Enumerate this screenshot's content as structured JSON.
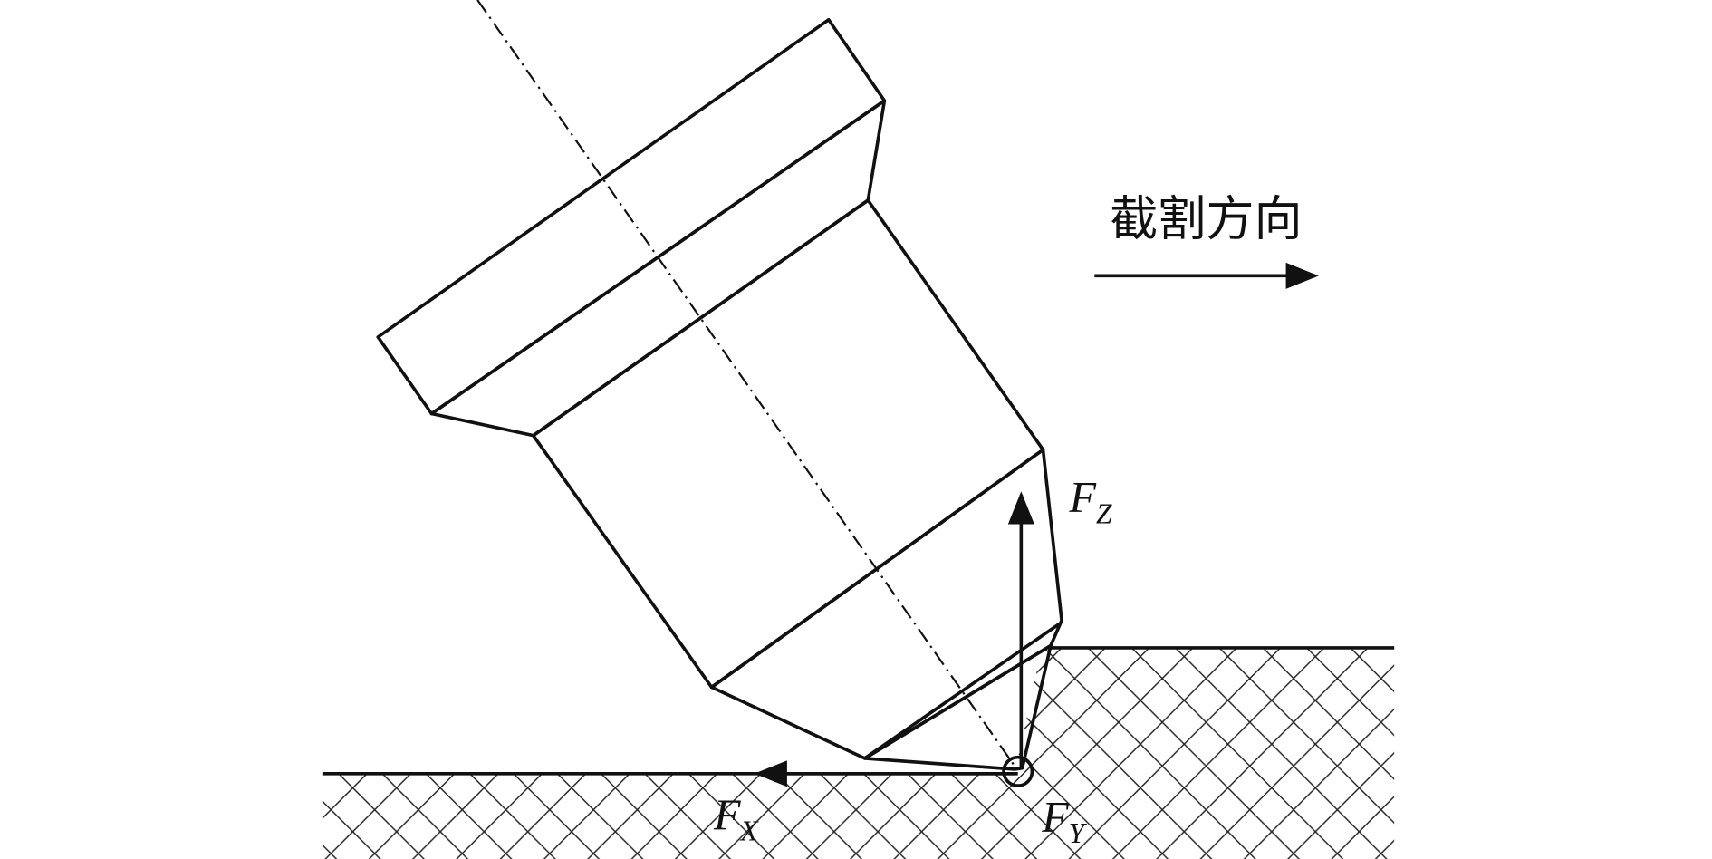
{
  "diagram": {
    "direction_label": "截割方向",
    "forces": {
      "fz": {
        "main": "F",
        "sub": "Z"
      },
      "fx": {
        "main": "F",
        "sub": "X"
      },
      "fy": {
        "main": "F",
        "sub": "Y"
      }
    },
    "colors": {
      "line": "#111111",
      "background": "#ffffff"
    }
  }
}
